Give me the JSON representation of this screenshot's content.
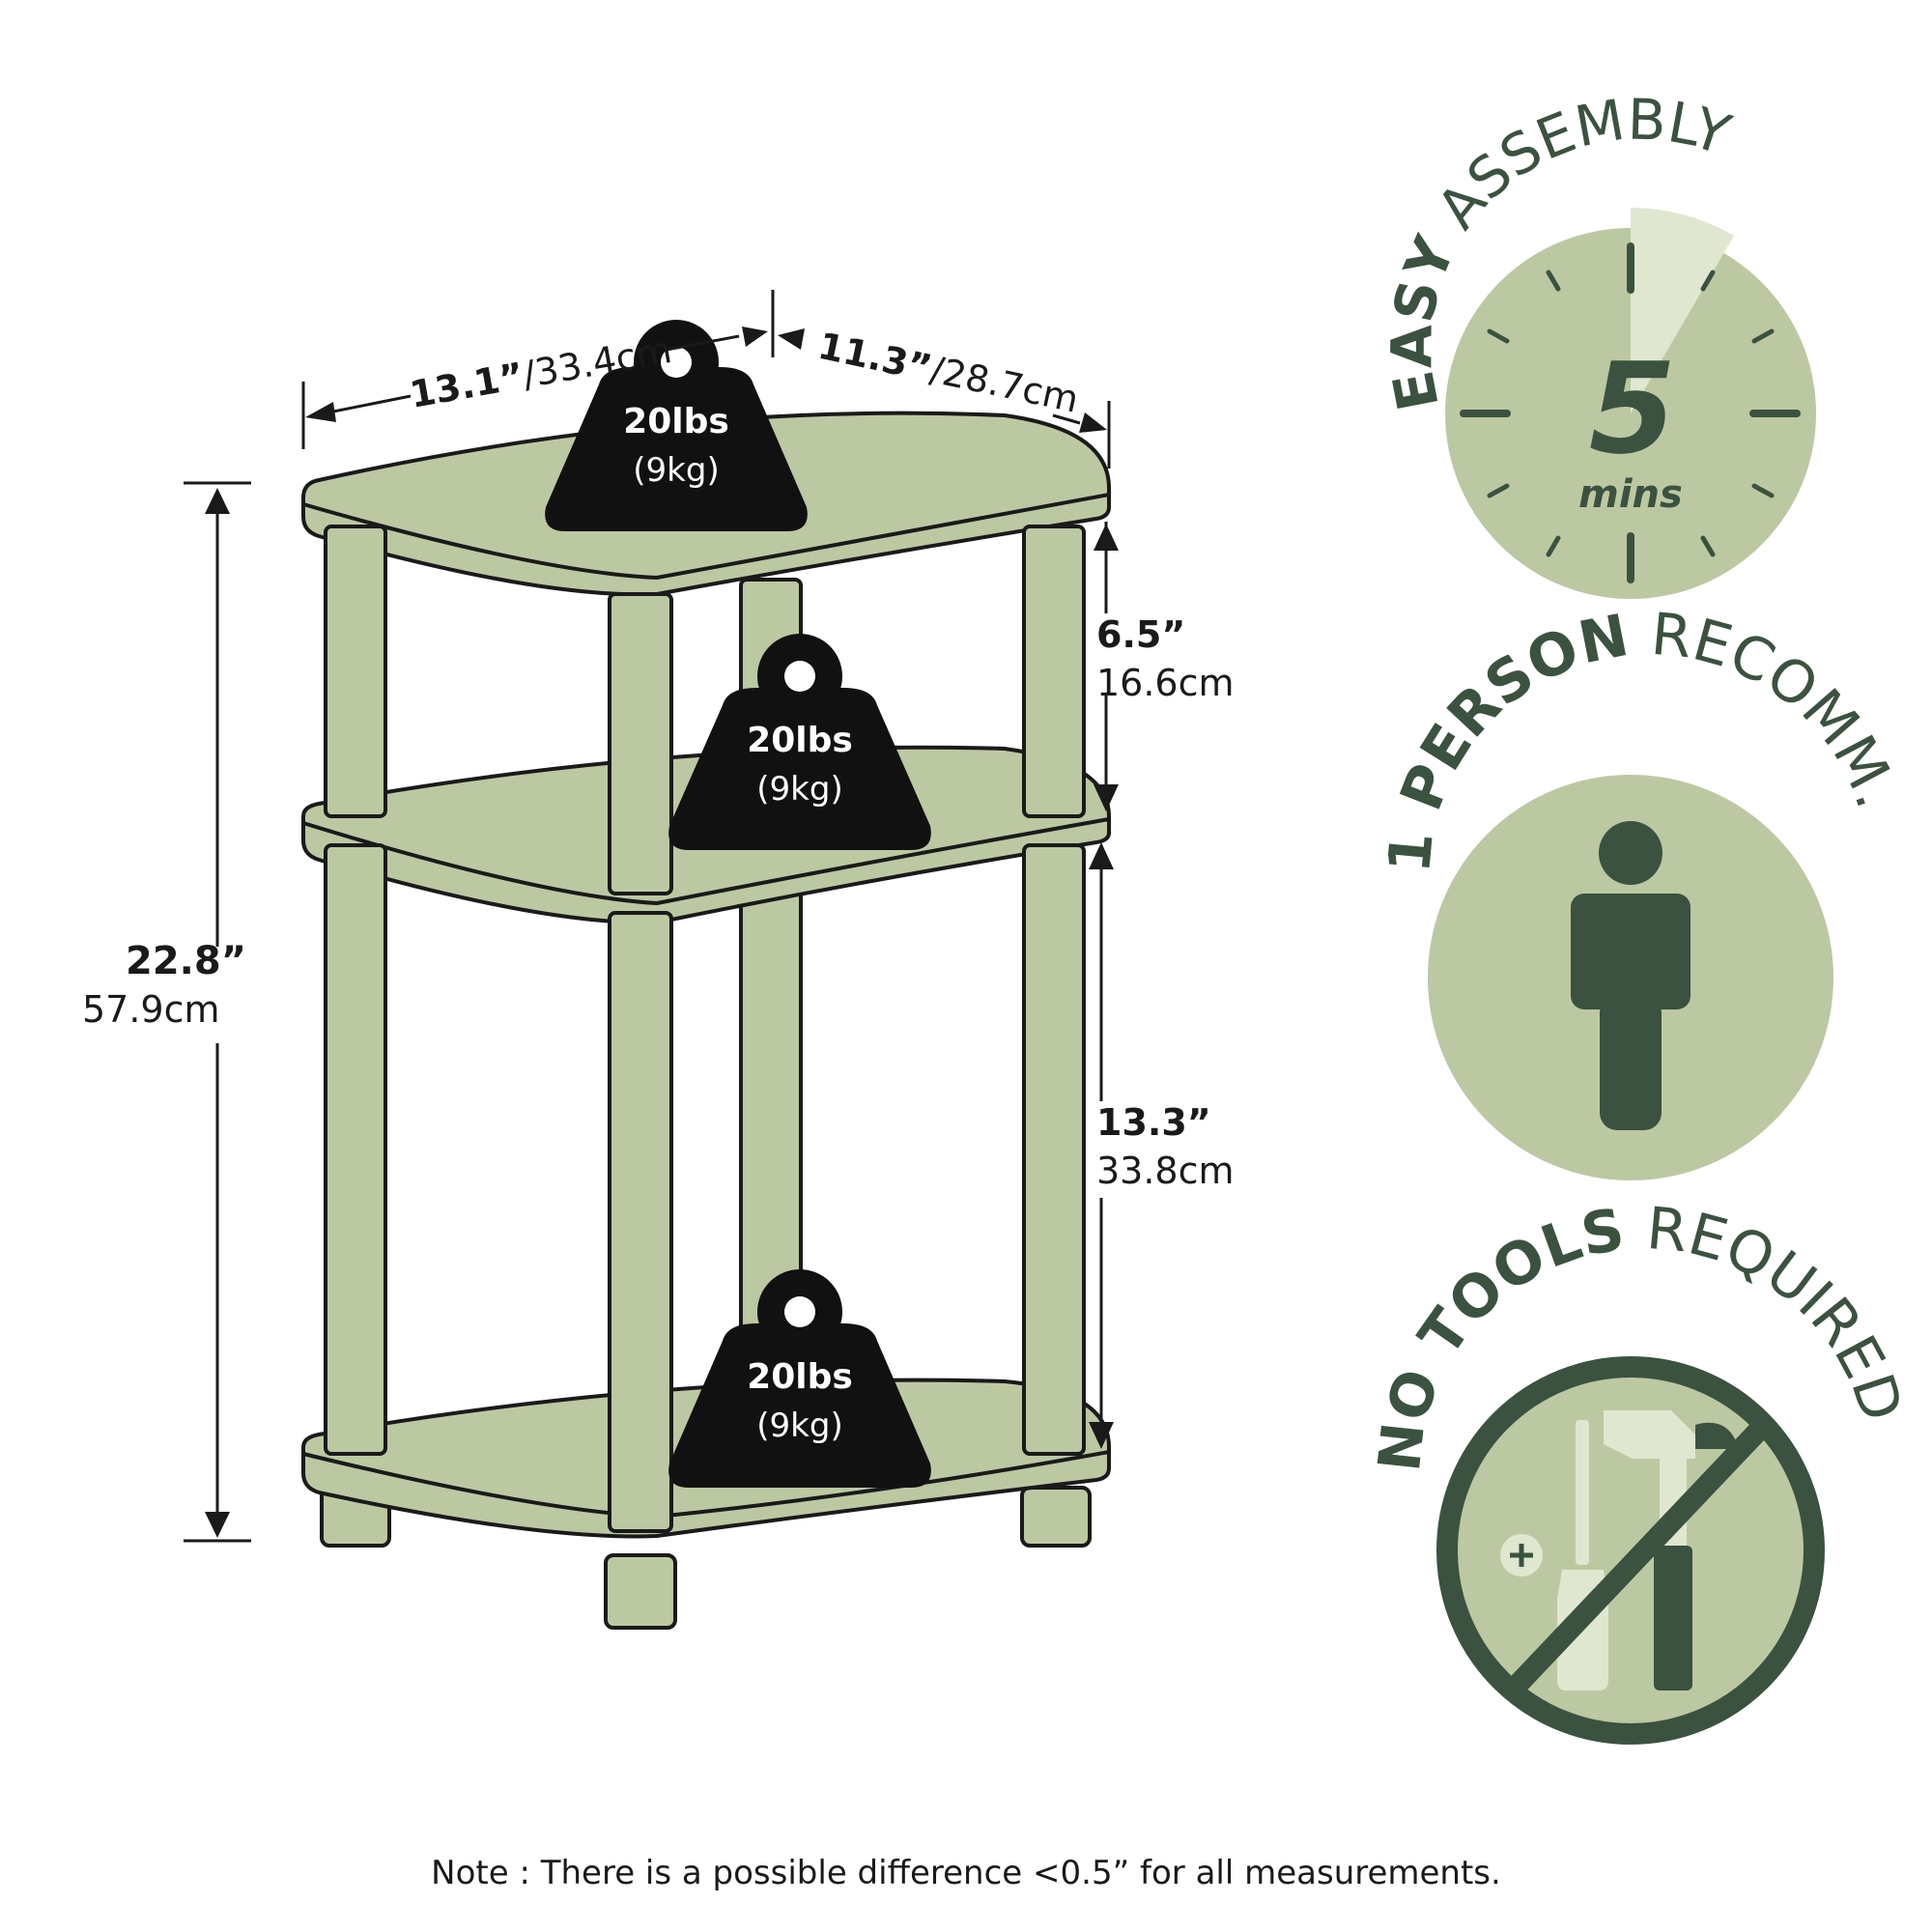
{
  "colors": {
    "shelf_fill": "#bcc8a2",
    "outline": "#1a1a1a",
    "badge_circle": "#bcc8a2",
    "badge_dark": "#3b5240",
    "badge_light": "#e0e7d0",
    "weight_fill": "#111111"
  },
  "dimensions": {
    "width_in": "13.1”",
    "width_cm": "/33.4cm",
    "depth_in": "11.3”",
    "depth_cm": "/28.7cm",
    "total_height_in": "22.8”",
    "total_height_cm": "57.9cm",
    "upper_gap_in": "6.5”",
    "upper_gap_cm": "16.6cm",
    "lower_gap_in": "13.3”",
    "lower_gap_cm": "33.8cm"
  },
  "weights": [
    {
      "lbs": "20lbs",
      "kg": "(9kg)"
    },
    {
      "lbs": "20lbs",
      "kg": "(9kg)"
    },
    {
      "lbs": "20lbs",
      "kg": "(9kg)"
    }
  ],
  "badges": {
    "assembly": {
      "bold": "EASY",
      "light": " ASSEMBLY",
      "number": "5",
      "unit": "mins",
      "icon": "clock-icon"
    },
    "person": {
      "bold": "1 PERSON",
      "light": " RECOMM.",
      "icon": "person-icon"
    },
    "tools": {
      "bold": "NO TOOLS",
      "light": " REQUIRED",
      "icon": "no-tools-icon"
    }
  },
  "note": "Note : There is a possible difference <0.5” for all measurements."
}
